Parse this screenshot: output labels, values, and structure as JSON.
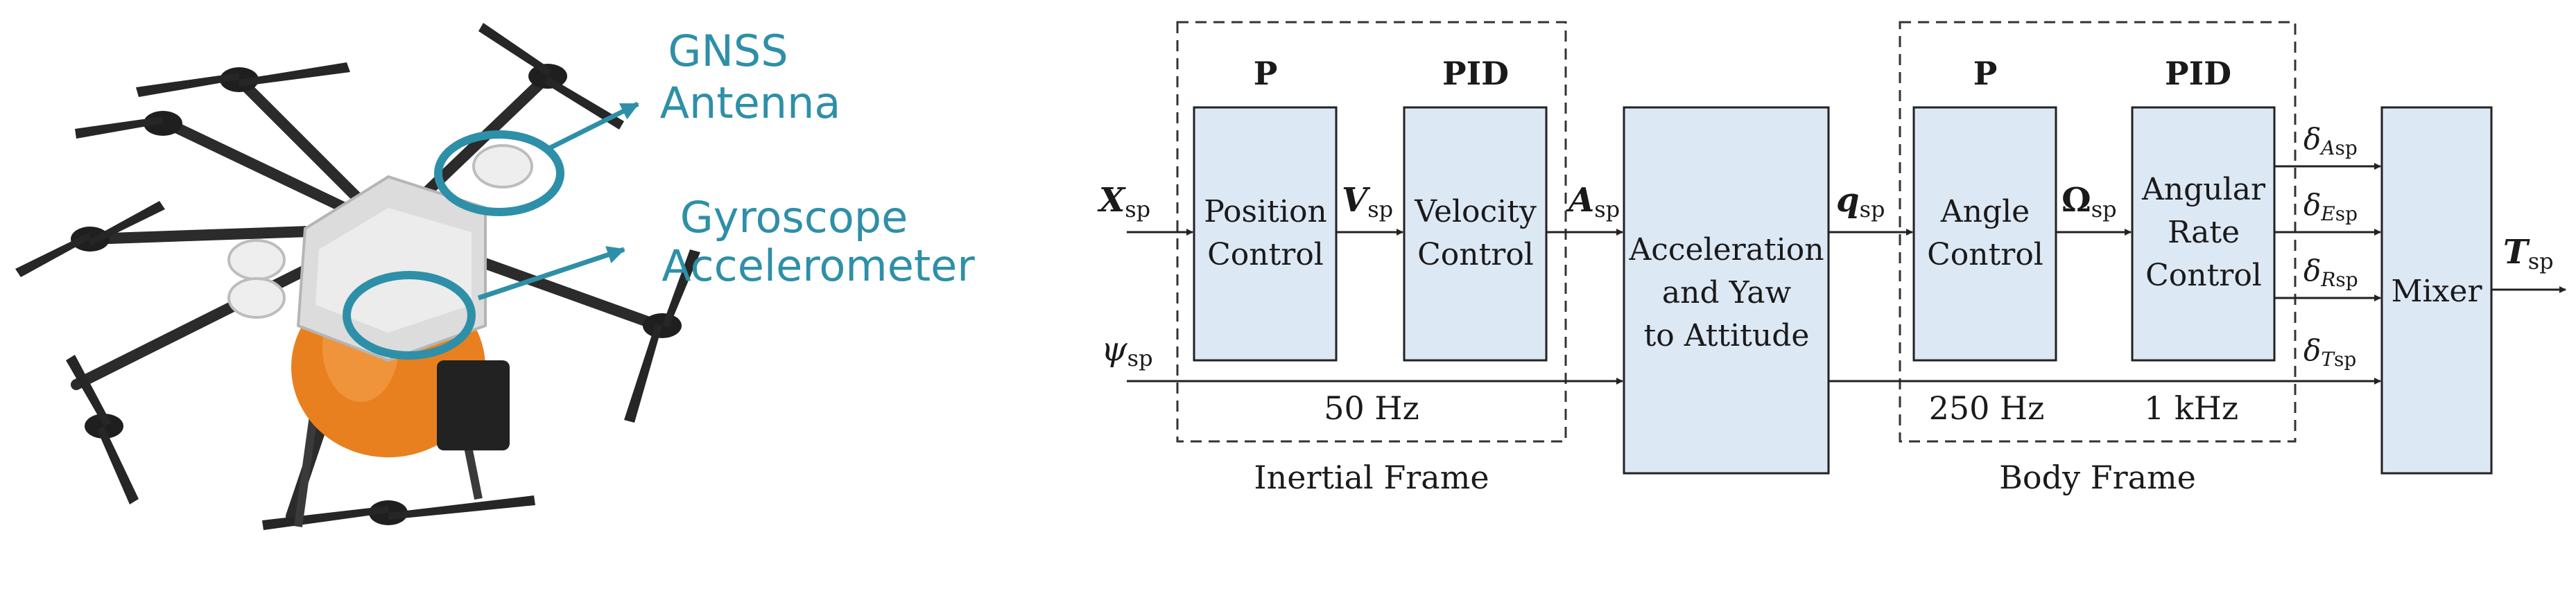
{
  "photo": {
    "callouts": {
      "gnss_line1": "GNSS",
      "gnss_line2": "Antenna",
      "imu_line1": "Gyroscope",
      "imu_line2": "Accelerometer"
    },
    "colors": {
      "callout": "#2e8fa8",
      "body": "#e9801f",
      "frame": "#2b2b2b",
      "shell": "#d8d8d8"
    }
  },
  "diagram": {
    "inertial": {
      "header_p": "P",
      "header_pid": "PID",
      "pos_line1": "Position",
      "pos_line2": "Control",
      "vel_line1": "Velocity",
      "vel_line2": "Control",
      "rate": "50 Hz",
      "caption": "Inertial Frame"
    },
    "accel": {
      "line1": "Acceleration",
      "line2": "and Yaw",
      "line3": "to Attitude"
    },
    "body": {
      "header_p": "P",
      "header_pid": "PID",
      "angle_line1": "Angle",
      "angle_line2": "Control",
      "rate_line1": "Angular",
      "rate_line2": "Rate",
      "rate_line3": "Control",
      "rate_a": "250 Hz",
      "rate_b": "1 kHz",
      "caption": "Body Frame"
    },
    "mixer": "Mixer",
    "signals": {
      "x": "X",
      "v": "V",
      "a": "A",
      "q": "q",
      "omega": "Ω",
      "t": "T",
      "psi": "ψ",
      "delta": "δ",
      "sp": "sp",
      "da": "A",
      "de": "E",
      "dr": "R",
      "dt": "T"
    },
    "colors": {
      "block_fill": "#dde8f5",
      "line": "#222222"
    }
  }
}
